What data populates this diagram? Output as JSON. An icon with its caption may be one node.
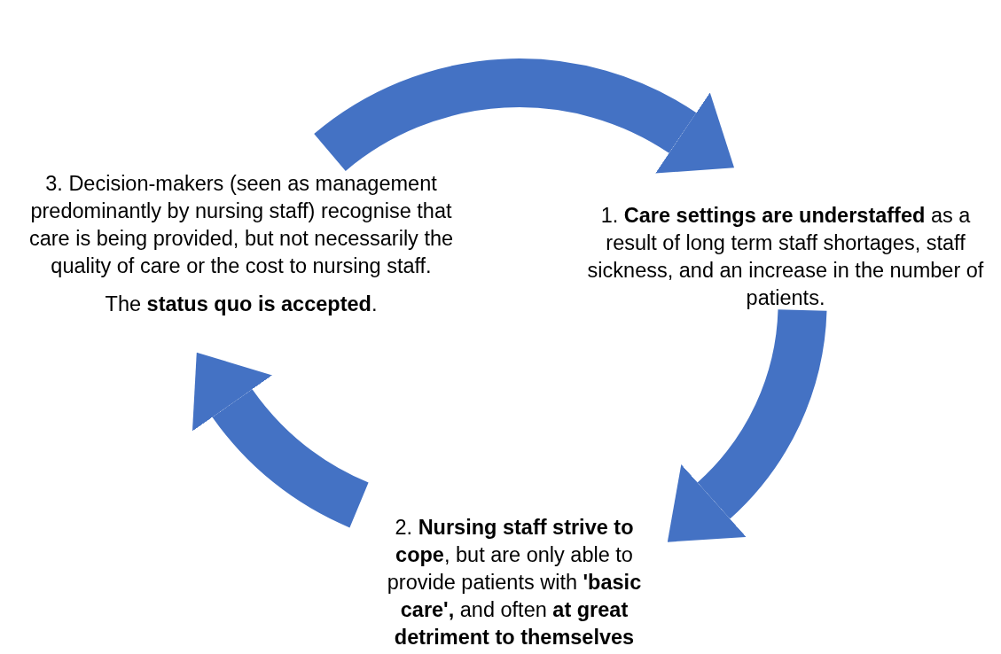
{
  "diagram": {
    "nodes": [
      {
        "text": [
          "1. **Care settings are understaffed** as a result of long term staff shortages, staff sickness, and an increase in the number of patients."
        ]
      },
      {
        "text": [
          "2. **Nursing staff strive to cope**, but are only able to provide patients with **'basic care',** and often **at great detriment to themselves**"
        ]
      },
      {
        "text": [
          "3. Decision-makers (seen as management predominantly by nursing staff) recognise that care is being provided, but not necessarily the quality of care or the cost to nursing staff.",
          "The **status quo is accepted**."
        ]
      }
    ],
    "edges": [
      {
        "from": 2,
        "to": 0,
        "arrow": "to"
      },
      {
        "from": 0,
        "to": 1,
        "arrow": "to"
      },
      {
        "from": 1,
        "to": 2,
        "arrow": "to"
      }
    ]
  }
}
